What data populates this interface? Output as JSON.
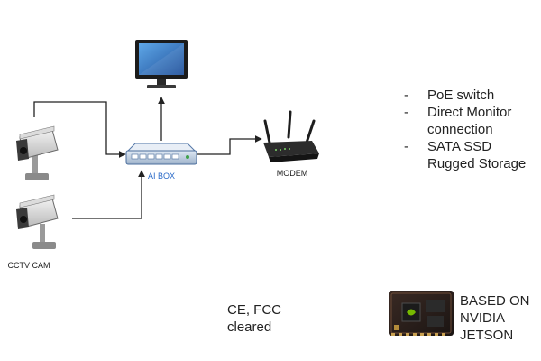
{
  "diagram": {
    "nodes": {
      "monitor": {
        "label": "",
        "icon": "monitor-icon"
      },
      "ai_box": {
        "label": "AI BOX",
        "icon": "ai-box-icon",
        "label_color": "#2a6ac8"
      },
      "modem": {
        "label": "MODEM",
        "icon": "wifi-router-icon"
      },
      "camera_1": {
        "label": "",
        "icon": "cctv-camera-icon"
      },
      "camera_2": {
        "label": "CCTV CAM",
        "icon": "cctv-camera-icon"
      },
      "jetson_board": {
        "label": "",
        "icon": "nvidia-jetson-module-icon"
      }
    },
    "edges": [
      {
        "from": "camera_1",
        "to": "ai_box"
      },
      {
        "from": "camera_2",
        "to": "ai_box"
      },
      {
        "from": "ai_box",
        "to": "monitor"
      },
      {
        "from": "ai_box",
        "to": "modem"
      }
    ]
  },
  "features": [
    {
      "bullet": "-",
      "text": "PoE switch"
    },
    {
      "bullet": "-",
      "text": "Direct Monitor connection"
    },
    {
      "bullet": "-",
      "text": "SATA SSD Rugged Storage"
    }
  ],
  "certification": "CE, FCC cleared",
  "jetson_note": "BASED ON NVIDIA JETSON"
}
